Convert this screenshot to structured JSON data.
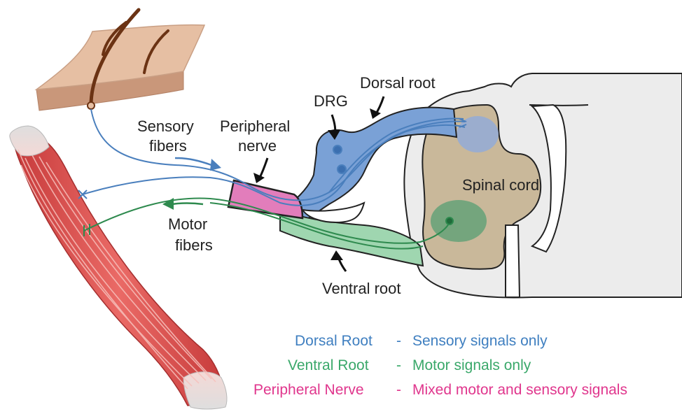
{
  "labels": {
    "sensory_line1": "Sensory",
    "sensory_line2": "fibers",
    "peripheral_line1": "Peripheral",
    "peripheral_line2": "nerve",
    "drg": "DRG",
    "dorsal_root": "Dorsal root",
    "spinal_cord": "Spinal cord",
    "motor_line1": "Motor",
    "motor_line2": "fibers",
    "ventral_root": "Ventral root"
  },
  "legend": [
    {
      "term": "Dorsal Root",
      "sep": "-",
      "desc": "Sensory signals only",
      "color": "#3f7fc0"
    },
    {
      "term": "Ventral Root",
      "sep": "-",
      "desc": "Motor signals only",
      "color": "#3aa86a"
    },
    {
      "term": "Peripheral Nerve",
      "sep": "-",
      "desc": "Mixed motor and sensory signals",
      "color": "#e0368d"
    }
  ],
  "colors": {
    "sensory": "#4a7fbd",
    "motor": "#2e8a4e",
    "mixed": "#e05fa6",
    "muscle": "#d94848",
    "skin": "#e2b596",
    "gray_matter": "#c9b89a",
    "white_matter": "#ececec"
  }
}
